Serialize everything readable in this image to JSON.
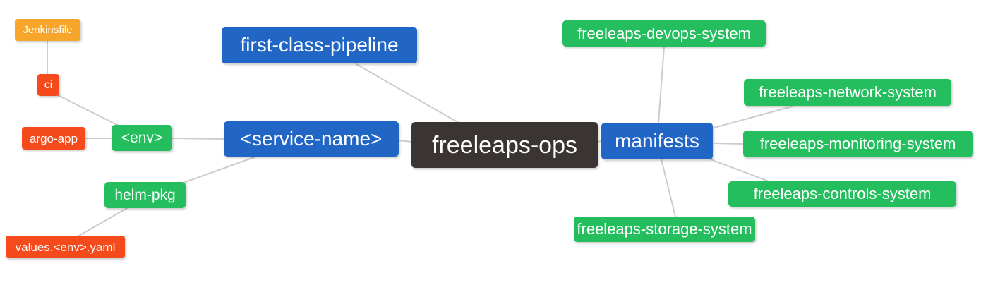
{
  "diagram": {
    "edge_color": "#cccccc",
    "colors": {
      "blue": "#2166c4",
      "green": "#24be5e",
      "orange": "#f8a52b",
      "red": "#f54a1c",
      "dark": "#3a3532"
    },
    "nodes": [
      {
        "id": "jenkinsfile",
        "label": "Jenkinsfile",
        "color": "#f8a52b"
      },
      {
        "id": "ci",
        "label": "ci",
        "color": "#f54a1c"
      },
      {
        "id": "argo-app",
        "label": "argo-app",
        "color": "#f54a1c"
      },
      {
        "id": "env",
        "label": "<env>",
        "color": "#24be5e"
      },
      {
        "id": "helm-pkg",
        "label": "helm-pkg",
        "color": "#24be5e"
      },
      {
        "id": "values-env-yaml",
        "label": "values.<env>.yaml",
        "color": "#f54a1c"
      },
      {
        "id": "first-class-pipeline",
        "label": "first-class-pipeline",
        "color": "#2166c4"
      },
      {
        "id": "service-name",
        "label": "<service-name>",
        "color": "#2166c4"
      },
      {
        "id": "freeleaps-ops",
        "label": "freeleaps-ops",
        "color": "#3a3532"
      },
      {
        "id": "manifests",
        "label": "manifests",
        "color": "#2166c4"
      },
      {
        "id": "devops-system",
        "label": "freeleaps-devops-system",
        "color": "#24be5e"
      },
      {
        "id": "network-system",
        "label": "freeleaps-network-system",
        "color": "#24be5e"
      },
      {
        "id": "monitoring-system",
        "label": "freeleaps-monitoring-system",
        "color": "#24be5e"
      },
      {
        "id": "controls-system",
        "label": "freeleaps-controls-system",
        "color": "#24be5e"
      },
      {
        "id": "storage-system",
        "label": "freeleaps-storage-system",
        "color": "#24be5e"
      }
    ],
    "edges": [
      {
        "from": "jenkinsfile",
        "to": "ci"
      },
      {
        "from": "ci",
        "to": "env"
      },
      {
        "from": "argo-app",
        "to": "env"
      },
      {
        "from": "env",
        "to": "service-name"
      },
      {
        "from": "service-name",
        "to": "helm-pkg"
      },
      {
        "from": "helm-pkg",
        "to": "values-env-yaml"
      },
      {
        "from": "first-class-pipeline",
        "to": "freeleaps-ops"
      },
      {
        "from": "service-name",
        "to": "freeleaps-ops"
      },
      {
        "from": "freeleaps-ops",
        "to": "manifests"
      },
      {
        "from": "manifests",
        "to": "devops-system"
      },
      {
        "from": "manifests",
        "to": "network-system"
      },
      {
        "from": "manifests",
        "to": "monitoring-system"
      },
      {
        "from": "manifests",
        "to": "controls-system"
      },
      {
        "from": "manifests",
        "to": "storage-system"
      }
    ]
  }
}
